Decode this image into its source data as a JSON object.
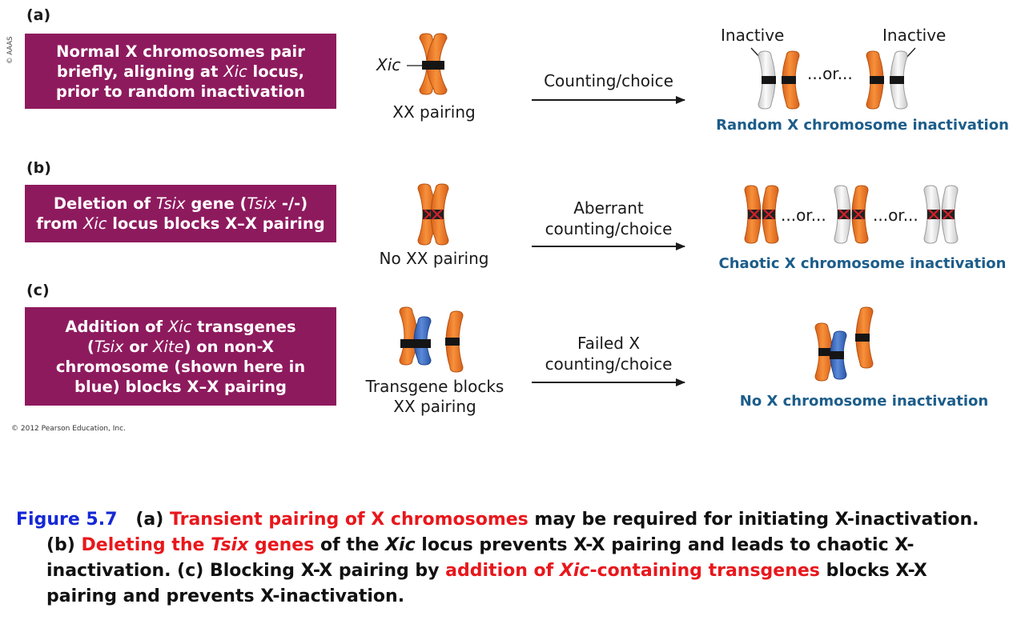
{
  "panels": {
    "a": {
      "letter": "(a)",
      "box_parts": [
        "Normal X chromosomes pair",
        "briefly, aligning at ",
        "Xic",
        " locus,",
        "prior to random inactivation"
      ],
      "xic_label": "Xic",
      "pairing_caption": "XX pairing",
      "arrow_label": "Counting/choice",
      "inactive_left": "Inactive",
      "inactive_right": "Inactive",
      "or": "...or...",
      "result": "Random X chromosome inactivation"
    },
    "b": {
      "letter": "(b)",
      "box_parts": [
        "Deletion of ",
        "Tsix",
        " gene (",
        "Tsix",
        " -/-)",
        "from ",
        "Xic",
        " locus blocks X–X pairing"
      ],
      "pairing_caption": "No XX pairing",
      "arrow_label_1": "Aberrant",
      "arrow_label_2": "counting/choice",
      "or1": "...or...",
      "or2": "...or...",
      "result": "Chaotic X chromosome inactivation"
    },
    "c": {
      "letter": "(c)",
      "box_parts": [
        "Addition of ",
        "Xic",
        " transgenes",
        "(",
        "Tsix",
        " or ",
        "Xite",
        ") on non-X",
        "chromosome (shown here in",
        "blue) blocks X–X pairing"
      ],
      "pairing_caption_1": "Transgene blocks",
      "pairing_caption_2": "XX pairing",
      "arrow_label_1": "Failed X",
      "arrow_label_2": "counting/choice",
      "result": "No X chromosome inactivation"
    }
  },
  "credits": {
    "aaas": "© AAAS",
    "pearson": "© 2012 Pearson Education, Inc."
  },
  "caption": {
    "figure_num": "Figure 5.7",
    "a_label": "(a) ",
    "a_red": "Transient pairing of X chromosomes",
    "a_rest": " may be required for initiating X-inactivation.",
    "b_label": "(b) ",
    "b_red_1": "Deleting the ",
    "b_red_italic": "Tsix",
    "b_red_2": " genes",
    "b_rest_1": " of the ",
    "b_italic": "Xic",
    "b_rest_2": " locus prevents X-X pairing and leads to chaotic X-",
    "line3_1": "inactivation. (c) Blocking X-X pairing by ",
    "c_red_1": "addition of ",
    "c_red_italic": "Xic",
    "c_red_2": "-containing transgenes",
    "line3_2": " blocks X-X",
    "line4": "pairing and prevents X-inactivation."
  },
  "colors": {
    "box_purple": "#8e1a5e",
    "chromosome_orange": "#ee7a22",
    "chromosome_white": "#f1f1f1",
    "chromosome_blue": "#3f6fc4",
    "result_blue": "#1c5d8a",
    "caption_blue": "#1528d6",
    "caption_red": "#e8171c",
    "deletion_red": "#d4202a"
  }
}
